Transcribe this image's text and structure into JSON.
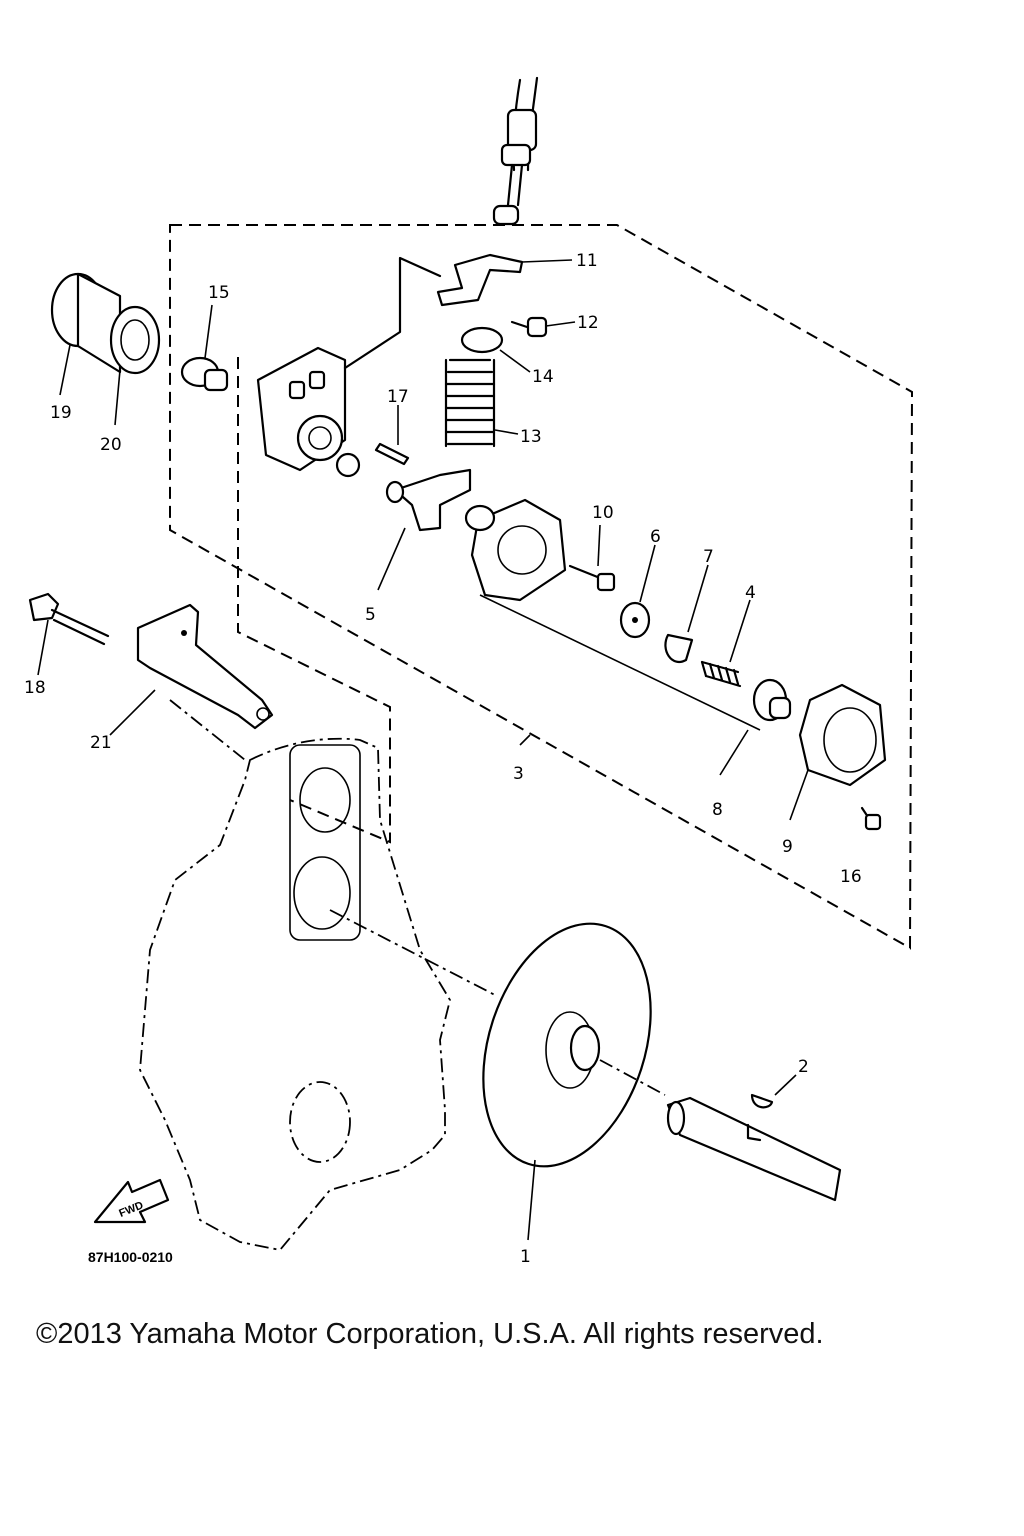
{
  "diagram": {
    "drawing_code": "87H100-0210",
    "fwd_label": "FWD",
    "callouts": {
      "c1": "1",
      "c2": "2",
      "c3": "3",
      "c4": "4",
      "c5": "5",
      "c6": "6",
      "c7": "7",
      "c8": "8",
      "c9": "9",
      "c10": "10",
      "c11": "11",
      "c12": "12",
      "c13": "13",
      "c14": "14",
      "c15": "15",
      "c16": "16",
      "c17": "17",
      "c18": "18",
      "c19": "19",
      "c20": "20",
      "c21": "21"
    }
  },
  "footer": {
    "copyright": "©2013 Yamaha Motor Corporation, U.S.A. All rights reserved."
  }
}
